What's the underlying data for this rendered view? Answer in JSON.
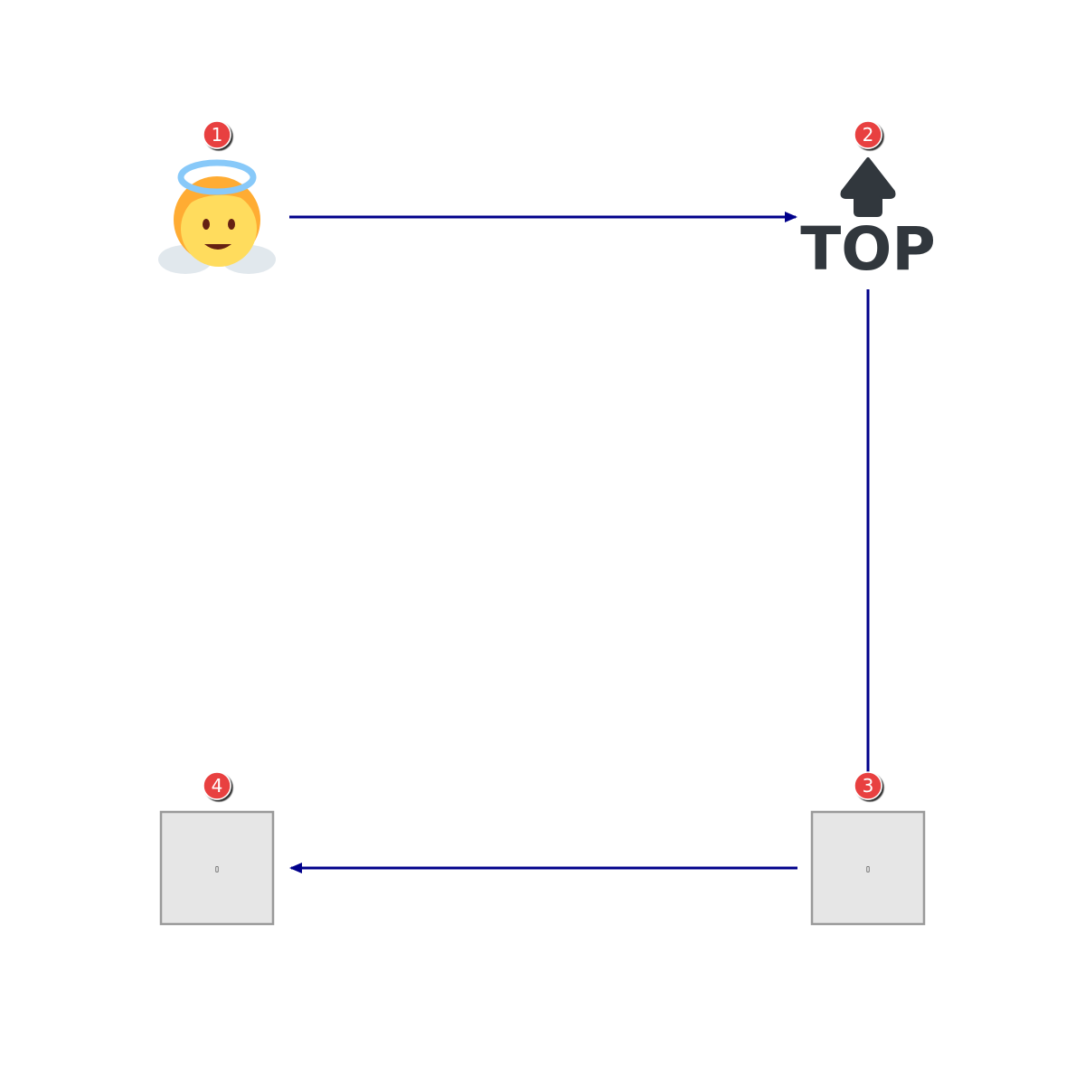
{
  "nodes": [
    {
      "id": "1",
      "icon": "baby-angel-icon",
      "badge": "1"
    },
    {
      "id": "2",
      "icon": "top-arrow-icon",
      "badge": "2",
      "label": "TOP"
    },
    {
      "id": "3",
      "icon": "missing-glyph-icon",
      "badge": "3",
      "glyph": "▯"
    },
    {
      "id": "4",
      "icon": "missing-glyph-icon",
      "badge": "4",
      "glyph": "▯"
    }
  ],
  "edges": [
    {
      "from": "1",
      "to": "2"
    },
    {
      "from": "2",
      "to": "3"
    },
    {
      "from": "3",
      "to": "4"
    }
  ],
  "colors": {
    "arrow": "#00008b",
    "badge": "#e8403f",
    "placeholder_fill": "#e6e6e6",
    "placeholder_border": "#999999"
  }
}
